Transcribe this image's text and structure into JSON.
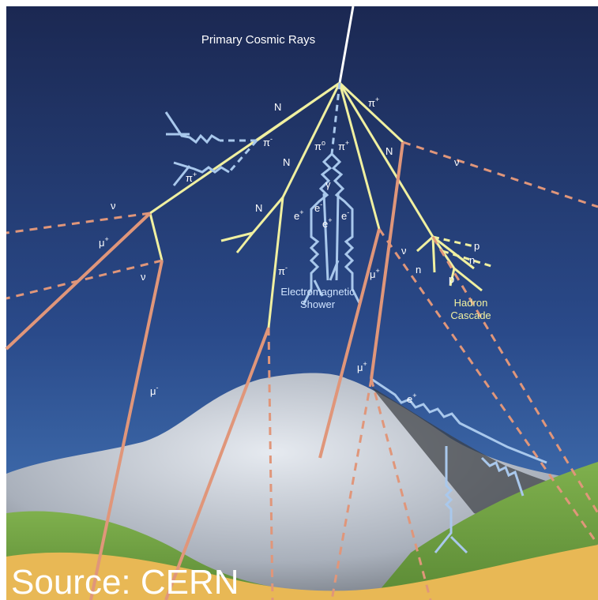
{
  "title": "Primary Cosmic Rays",
  "labels": {
    "N_top": "N",
    "pi_plus_top": "π",
    "pi_plus_top_sup": "+",
    "pi_minus_left": "π",
    "pi_minus_left_sup": "-",
    "pi_plus_left": "π",
    "pi_plus_left_sup": "+",
    "pi_zero": "π",
    "pi_zero_sup": "o",
    "pi_plus_center": "π",
    "pi_plus_center_sup": "+",
    "gamma": "γ",
    "e_plus_1": "e",
    "e_plus_1_sup": "+",
    "e_minus_1": "e",
    "e_minus_1_sup": "-",
    "e_plus_2": "e",
    "e_plus_2_sup": "+",
    "e_minus_2": "e",
    "e_minus_2_sup": "-",
    "N_mid": "N",
    "N_lower": "N",
    "N_right": "N",
    "nu_left_top": "ν",
    "mu_plus_left": "μ",
    "mu_plus_left_sup": "+",
    "nu_left_low": "ν",
    "nu_right_top": "ν",
    "nu_right_mid": "ν",
    "pi_minus_lower": "π",
    "pi_minus_lower_sup": "-",
    "mu_plus_center": "μ",
    "mu_plus_center_sup": "+",
    "mu_minus": "μ",
    "mu_minus_sup": "-",
    "mu_plus_lower": "μ",
    "mu_plus_lower_sup": "+",
    "e_plus_lower": "e",
    "e_plus_lower_sup": "+",
    "p_1": "p",
    "n_1": "n",
    "n_2": "n",
    "p_2": "p",
    "em_shower_1": "Electromagnetic",
    "em_shower_2": "Shower",
    "hadron_1": "Hadron",
    "hadron_2": "Cascade"
  },
  "source": "Source: CERN",
  "colors": {
    "sky_top": "#1b2852",
    "sky_bottom": "#3f6fb0",
    "hadron_line": "#f0f0a0",
    "muon_line": "#e0967a",
    "em_line": "#a9c8ec",
    "mountain": "#b5bcc6",
    "hill_green": "#7aa84a",
    "ground_yellow": "#e8b855"
  }
}
